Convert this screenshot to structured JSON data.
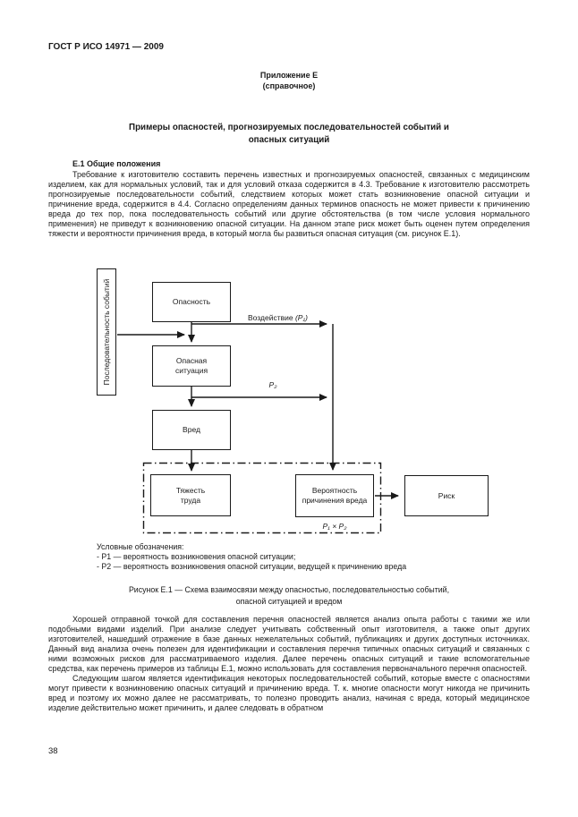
{
  "colors": {
    "text": "#1a1a1a",
    "line": "#1a1a1a",
    "background": "#ffffff"
  },
  "page": {
    "doc_code": "ГОСТ Р ИСО 14971 — 2009",
    "page_number": "38"
  },
  "annex": {
    "label": "Приложение Е",
    "note": "(справочное)",
    "title": "Примеры опасностей, прогнозируемых последовательностей событий и опасных ситуаций"
  },
  "section": {
    "heading": "Е.1 Общие положения",
    "paragraph1": "Требование к изготовителю составить перечень известных и прогнозируемых опасностей, связанных с медицинским изделием, как для нормальных условий, так и для условий отказа содержится в 4.3. Требование к изготовителю рассмотреть прогнозируемые последовательности событий, следствием которых может стать возникновение опасной ситуации и причинение вреда, содержится в 4.4. Согласно определениям данных терминов опасность не может привести к причинению вреда до тех пор, пока последовательность событий или другие обстоятельства (в том числе условия нормального применения) не приведут к возникновению опасной ситуации. На данном этапе риск может быть оценен путем определения тяжести и вероятности причинения вреда, в который могла бы развиться опасная ситуация (см. рисунок Е.1).",
    "paragraph2": "Хорошей отправной точкой для составления перечня опасностей является анализ опыта работы с такими же или подобными видами изделий. При анализе следует учитывать собственный опыт изготовителя, а также опыт других изготовителей, нашедший отражение в базе данных нежелательных событий, публикациях и других доступных источниках. Данный вид анализа очень полезен для идентификации и составления перечня типичных опасных ситуаций и связанных с ними возможных рисков для рассматриваемого изделия. Далее перечень опасных ситуаций и такие вспомогательные средства, как перечень примеров из таблицы Е.1, можно использовать для составления первоначального перечня опасностей.",
    "paragraph3": "Следующим шагом является идентификация некоторых последовательностей событий, которые вместе с опасностями могут привести к возникновению опасных ситуаций и причинению вреда. Т. к. многие опасности могут никогда не причинить вред и поэтому их можно далее не рассматривать, то полезно проводить анализ, начиная с вреда, который медицинское изделие действительно может причинить, и далее следовать в обратном"
  },
  "figure": {
    "boxes": {
      "sequence": "Последовательность событий",
      "hazard": "Опасность",
      "hazardous_situation": "Опасная ситуация",
      "harm": "Вред",
      "severity": "Тяжесть труда",
      "probability": "Вероятность причинения вреда",
      "risk": "Риск"
    },
    "labels": {
      "exposure": "Воздействие",
      "exposure_p": "(P₁)",
      "p2": "P₂",
      "formula": "P₁ × P₂"
    },
    "legend": {
      "title": "Условные обозначения:",
      "items": [
        "- P1 — вероятность возникновения опасной ситуации;",
        "- P2 — вероятность возникновения опасной ситуации, ведущей к причинению вреда"
      ]
    },
    "caption": "Рисунок Е.1 — Схема взаимосвязи между опасностью, последовательностью событий, опасной ситуацией и вредом"
  }
}
